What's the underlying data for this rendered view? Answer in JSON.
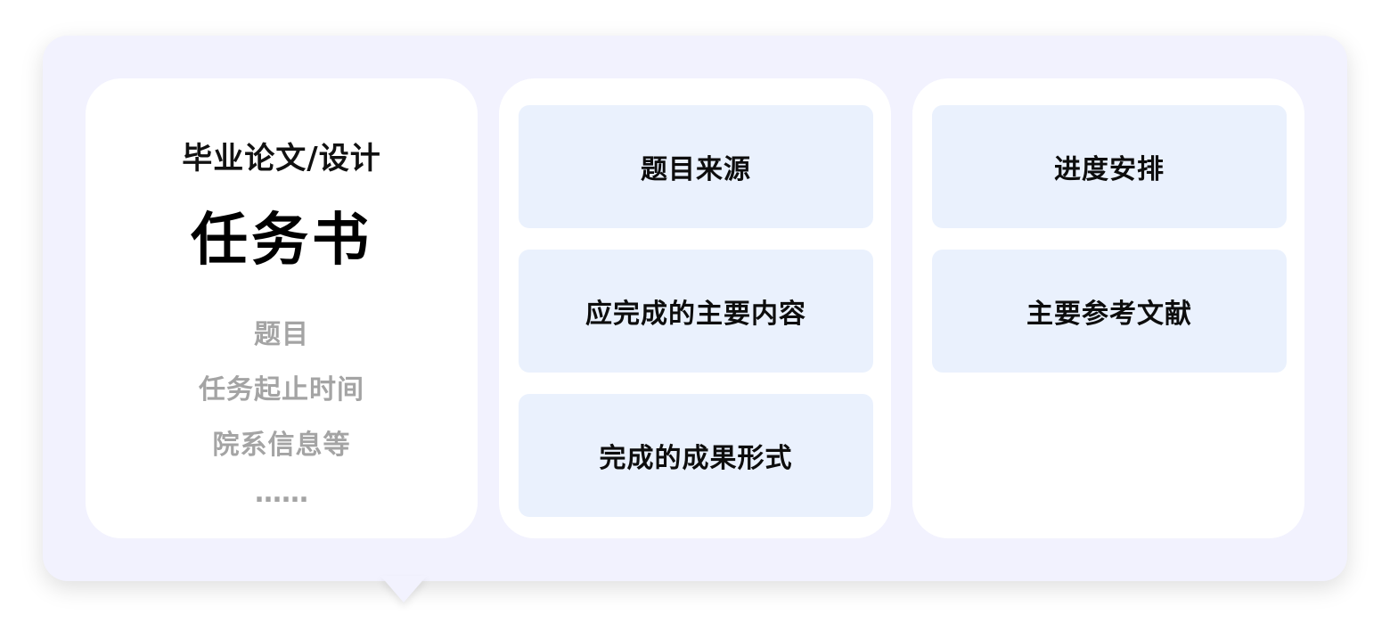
{
  "task_card": {
    "subtitle": "毕业论文/设计",
    "title": "任务书",
    "items": [
      "题目",
      "任务起止时间",
      "院系信息等",
      "……"
    ]
  },
  "content_column": {
    "items": [
      "题目来源",
      "应完成的主要内容",
      "完成的成果形式"
    ]
  },
  "schedule_column": {
    "items": [
      "进度安排",
      "主要参考文献"
    ]
  },
  "colors": {
    "panel_background": "#f2f2fe",
    "card_background": "#ffffff",
    "box_background": "#eaf1fd",
    "muted_text": "#a4a4a4",
    "primary_text": "#111111"
  }
}
